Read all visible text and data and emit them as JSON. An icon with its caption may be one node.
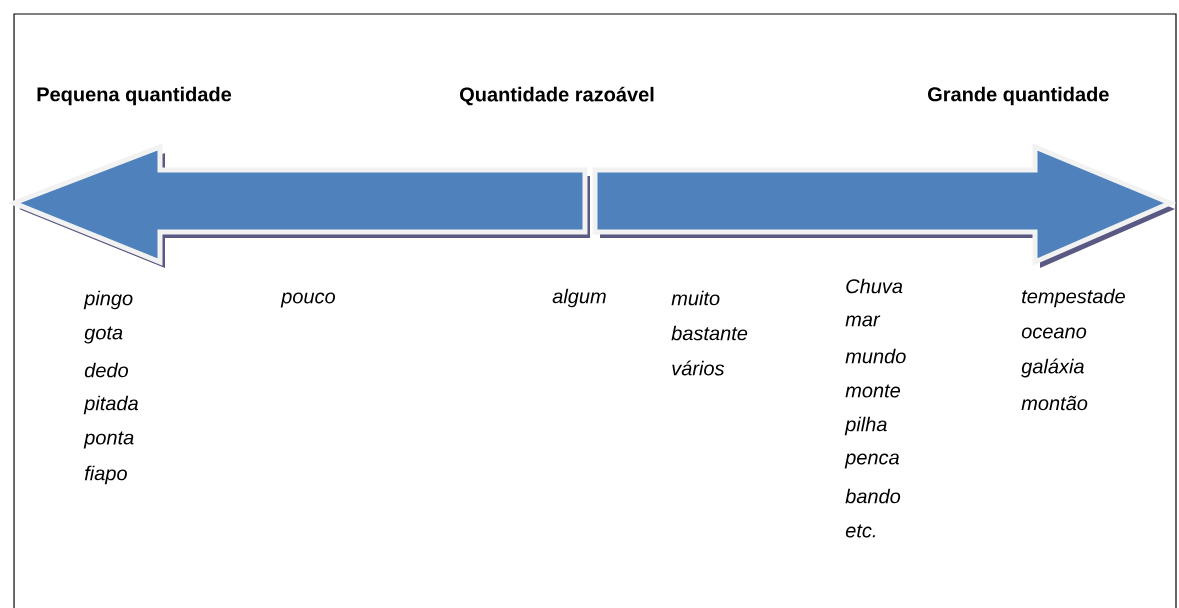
{
  "diagram": {
    "labels": [
      "Pequena quantidade",
      "Quantidade razoável",
      "Grande quantidade",
      "pingo",
      "gota",
      "dedo",
      "pitada",
      "ponta",
      "fiapo",
      "pouco",
      "algum",
      "muito",
      "bastante",
      "vários",
      "Chuva",
      "mar",
      "mundo",
      "monte",
      "pilha",
      "penca",
      "bando",
      "etc.",
      "tempestade",
      "oceano",
      "galáxia",
      "montão"
    ]
  }
}
